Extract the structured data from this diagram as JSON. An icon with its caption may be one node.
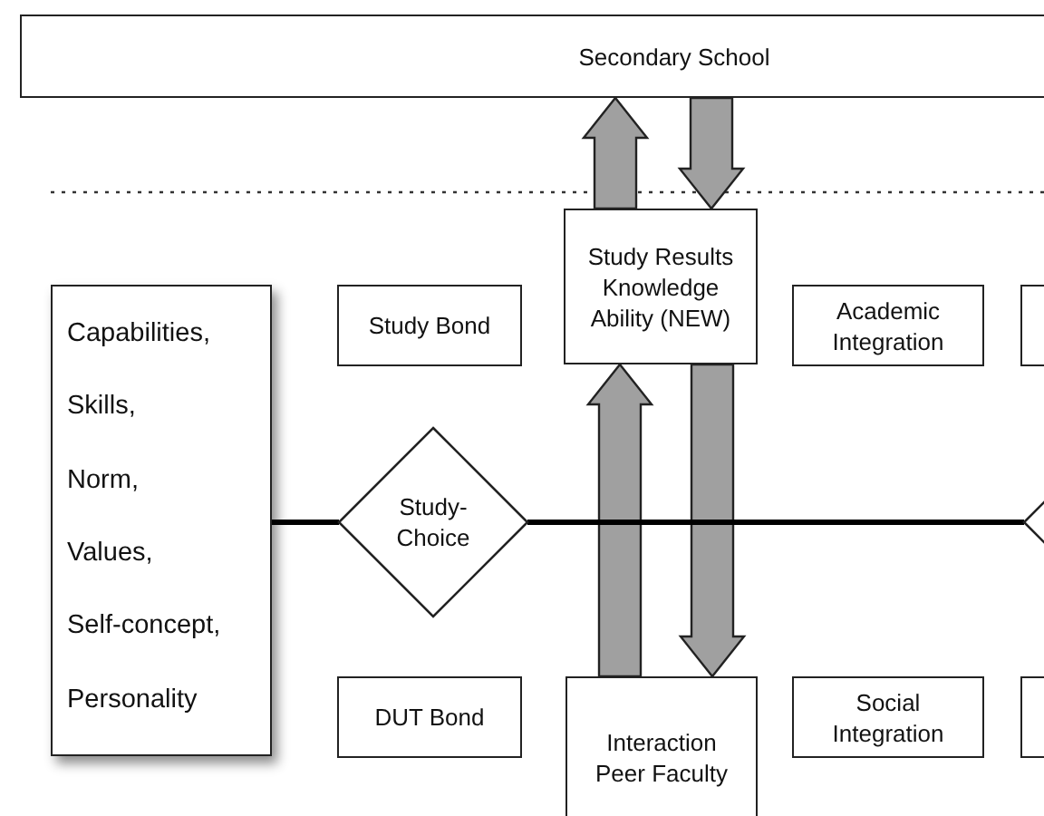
{
  "diagram": {
    "nodes": [
      {
        "text": [
          "Secondary School"
        ]
      },
      {
        "text": [
          "Capabilities,",
          "Skills,",
          "Norm,",
          "Values,",
          "Self-concept,",
          "Personality"
        ]
      },
      {
        "text": [
          "Study Bond"
        ]
      },
      {
        "text": [
          "Study Results Knowledge Ability (NEW)"
        ]
      },
      {
        "text": [
          "Academic Integration"
        ]
      },
      {
        "text": [],
        "shape": "box"
      },
      {
        "text": [
          "Study-Choice"
        ]
      },
      {
        "text": [],
        "shape": "diamond"
      },
      {
        "text": [
          "DUT Bond"
        ]
      },
      {
        "text": [
          "Interaction Peer Faculty"
        ]
      },
      {
        "text": [
          "Social Integration"
        ]
      },
      {
        "text": [],
        "shape": "box"
      }
    ],
    "edges": [
      {
        "from": 3,
        "to": 0,
        "arrow": "to"
      },
      {
        "from": 0,
        "to": 3,
        "arrow": "to"
      },
      {
        "from": 9,
        "to": 3,
        "arrow": "to"
      },
      {
        "from": 3,
        "to": 9,
        "arrow": "to"
      },
      {
        "from": 1,
        "to": 6,
        "arrow": "none"
      },
      {
        "from": 6,
        "to": 7,
        "arrow": "none"
      }
    ]
  }
}
